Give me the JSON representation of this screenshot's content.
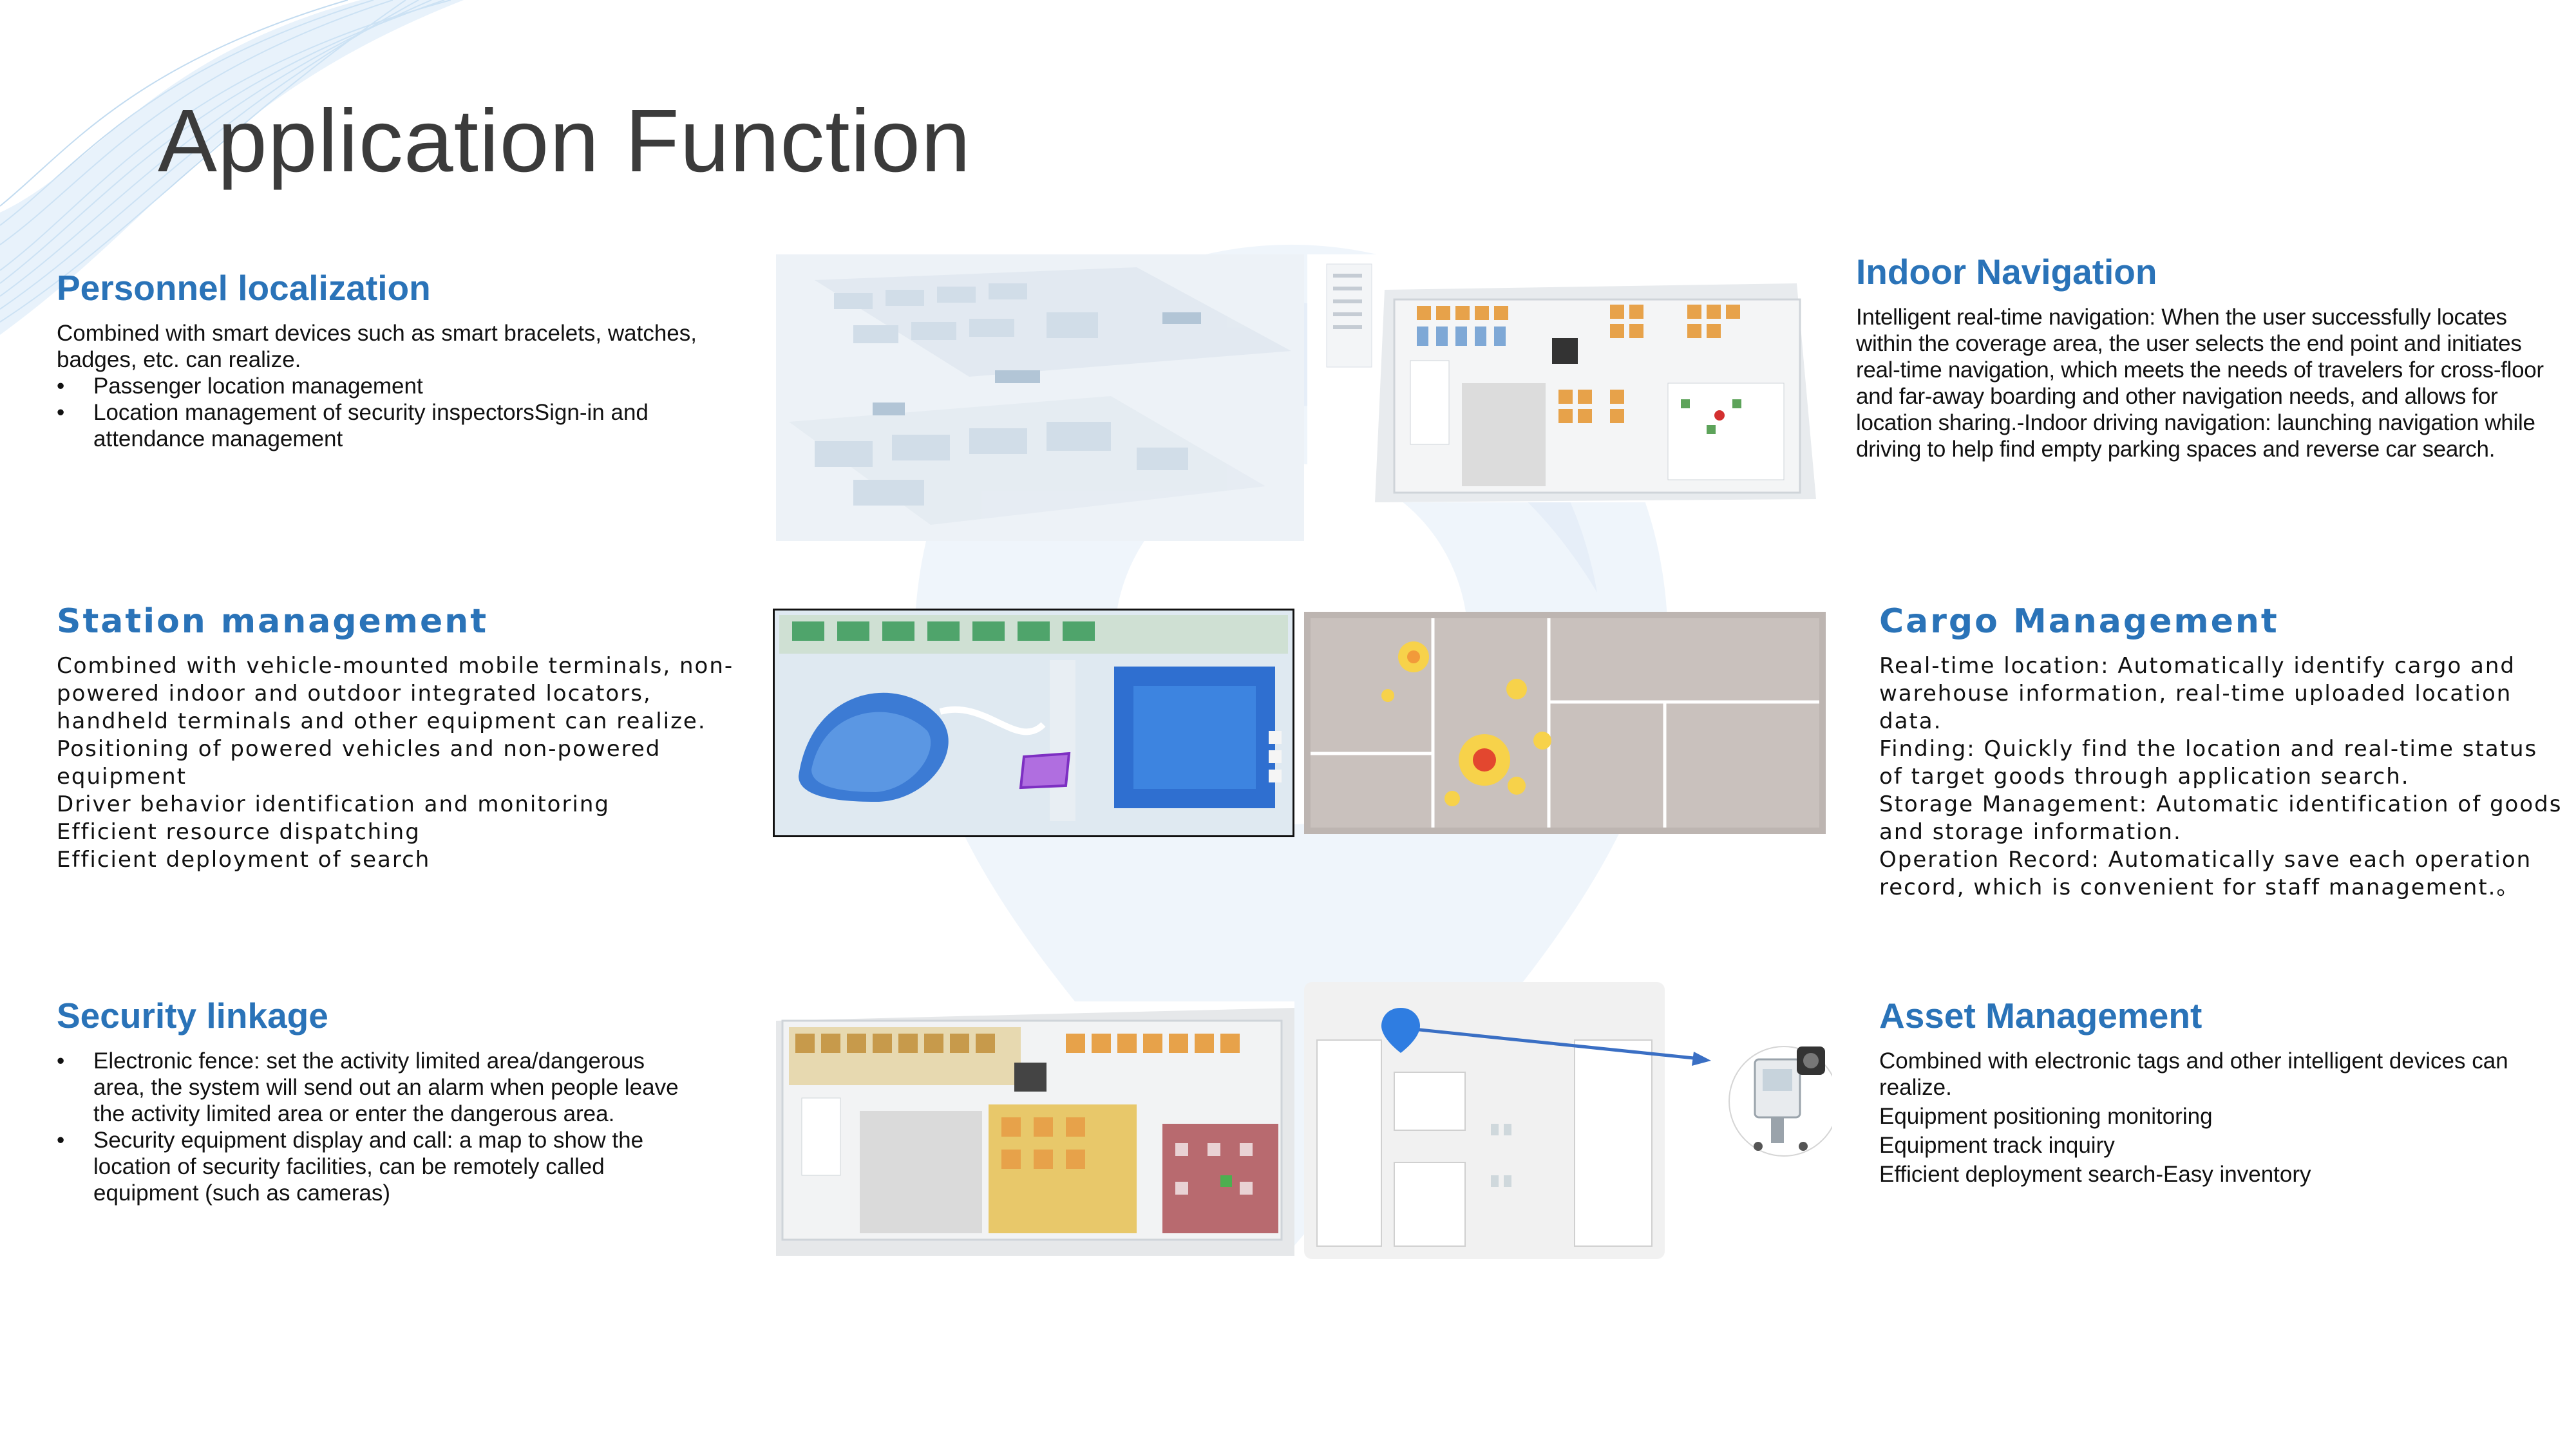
{
  "page": {
    "title": "Application Function"
  },
  "sections": {
    "personnel": {
      "heading": "Personnel localization",
      "intro": "Combined with smart devices such as smart bracelets, watches, badges, etc. can realize.",
      "bullets": [
        "Passenger location management",
        "Location management of security inspectorsSign-in and attendance management"
      ]
    },
    "indoor_nav": {
      "heading": "Indoor Navigation",
      "body": "Intelligent real-time navigation: When the user successfully locates within the coverage area, the user selects the end point and initiates real-time navigation, which meets the needs of travelers for cross-floor and far-away boarding and other navigation needs, and allows for location sharing.-Indoor driving navigation: launching navigation while driving to help find empty parking spaces and reverse car search."
    },
    "station": {
      "heading": "Station management",
      "lines": [
        "Combined with vehicle-mounted mobile terminals, non-powered indoor and outdoor integrated locators, handheld terminals and other equipment can realize.",
        "Positioning of powered vehicles and non-powered equipment",
        "Driver behavior identification and monitoring",
        "Efficient resource dispatching",
        "Efficient deployment of search"
      ]
    },
    "cargo": {
      "heading": "Cargo Management",
      "lines": [
        "Real-time location: Automatically identify cargo and warehouse information, real-time uploaded location data.",
        "Finding: Quickly find the location and real-time status of target goods through application search.",
        "Storage Management: Automatic identification of goods and storage information.",
        "Operation Record: Automatically save each operation record, which is convenient for staff management.。"
      ]
    },
    "security": {
      "heading": "Security linkage",
      "bullets": [
        "Electronic fence: set the activity limited area/dangerous area, the system will send out an alarm when people leave the activity limited area or enter the dangerous area.",
        "Security equipment display and call: a map to show the location of security facilities, can be remotely called equipment (such as cameras)"
      ]
    },
    "asset": {
      "heading": "Asset Management",
      "lines": [
        "Combined with electronic tags and other intelligent devices can realize.",
        "Equipment positioning monitoring",
        "Equipment track inquiry",
        "Efficient deployment search-Easy inventory"
      ]
    }
  },
  "bullet_glyph": "•",
  "colors": {
    "heading": "#2a73b8",
    "title": "#3b3b3b",
    "body": "#111111"
  }
}
